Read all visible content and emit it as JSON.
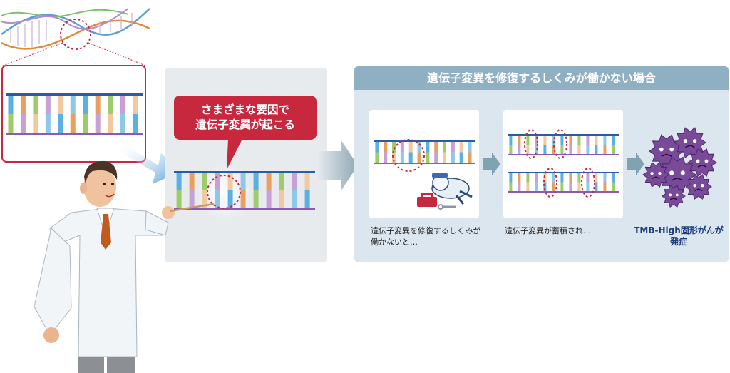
{
  "callout": {
    "line1": "さまざまな要因で",
    "line2": "遺伝子変異が起こる"
  },
  "panel": {
    "title": "遺伝子変異を修復するしくみが働かない場合"
  },
  "steps": [
    {
      "caption_line1": "遺伝子変異を修復するしくみが",
      "caption_line2": "働かないと…"
    },
    {
      "caption_line1": "遺伝子変異が蓄積され…"
    },
    {
      "caption_line1": "TMB-High固形がんが",
      "caption_line2": "発症"
    }
  ],
  "colors": {
    "accent_red": "#c8283e",
    "panel_blue": "#dbe6ef",
    "panel_header": "#8fb0c3",
    "arrow_teal": "#7fa3b0",
    "backbone_blue": "#2a5aa8",
    "backbone_purple": "#8e5ab0",
    "cancer_purple": "#7a4a9a"
  }
}
